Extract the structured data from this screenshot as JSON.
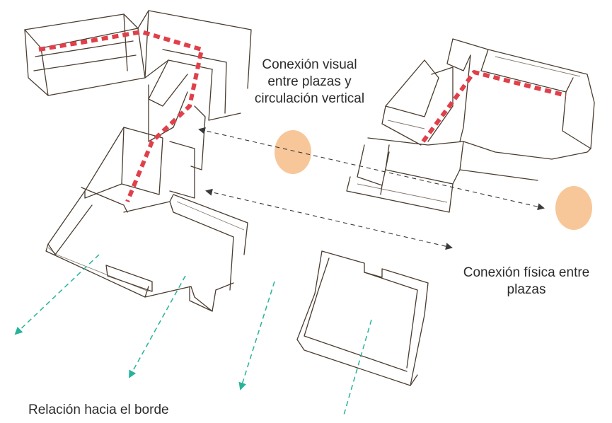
{
  "labels": {
    "visual_connection": [
      "Conexión visual",
      "entre plazas y",
      "circulación vertical"
    ],
    "physical_connection": [
      "Conexión física entre",
      "plazas"
    ],
    "border_relation": "Relación hacia el borde"
  },
  "colors": {
    "wall_line": "#4a3d30",
    "circulation_path": "#e0404a",
    "plaza_marker": "#f7c79a",
    "physical_arrow": "#3a3a3a",
    "border_arrow": "#27b39a"
  }
}
